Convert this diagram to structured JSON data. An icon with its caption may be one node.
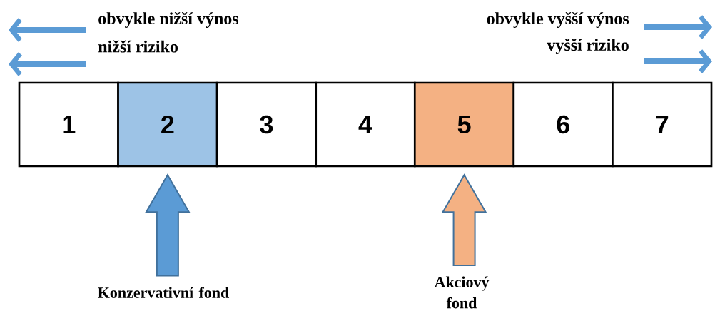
{
  "diagram": {
    "nodes": [
      {
        "text": [
          "1"
        ]
      },
      {
        "text": [
          "2"
        ]
      },
      {
        "text": [
          "3"
        ]
      },
      {
        "text": [
          "4"
        ]
      },
      {
        "text": [
          "5"
        ]
      },
      {
        "text": [
          "6"
        ]
      },
      {
        "text": [
          "7"
        ]
      },
      {
        "text": [
          "Konzervativní fond"
        ]
      },
      {
        "text": [
          "Akciový fond"
        ]
      }
    ],
    "edges": [
      {
        "from": 7,
        "to": 1,
        "arrow": "to",
        "style": "thick",
        "color": "#5b9bd5"
      },
      {
        "from": 8,
        "to": 4,
        "arrow": "to",
        "style": "thick",
        "color": "#f4b183"
      }
    ],
    "labels": [
      "obvykle nižší výnos",
      "nižší riziko",
      "obvykle vyšší výnos",
      "vyšší riziko"
    ]
  }
}
